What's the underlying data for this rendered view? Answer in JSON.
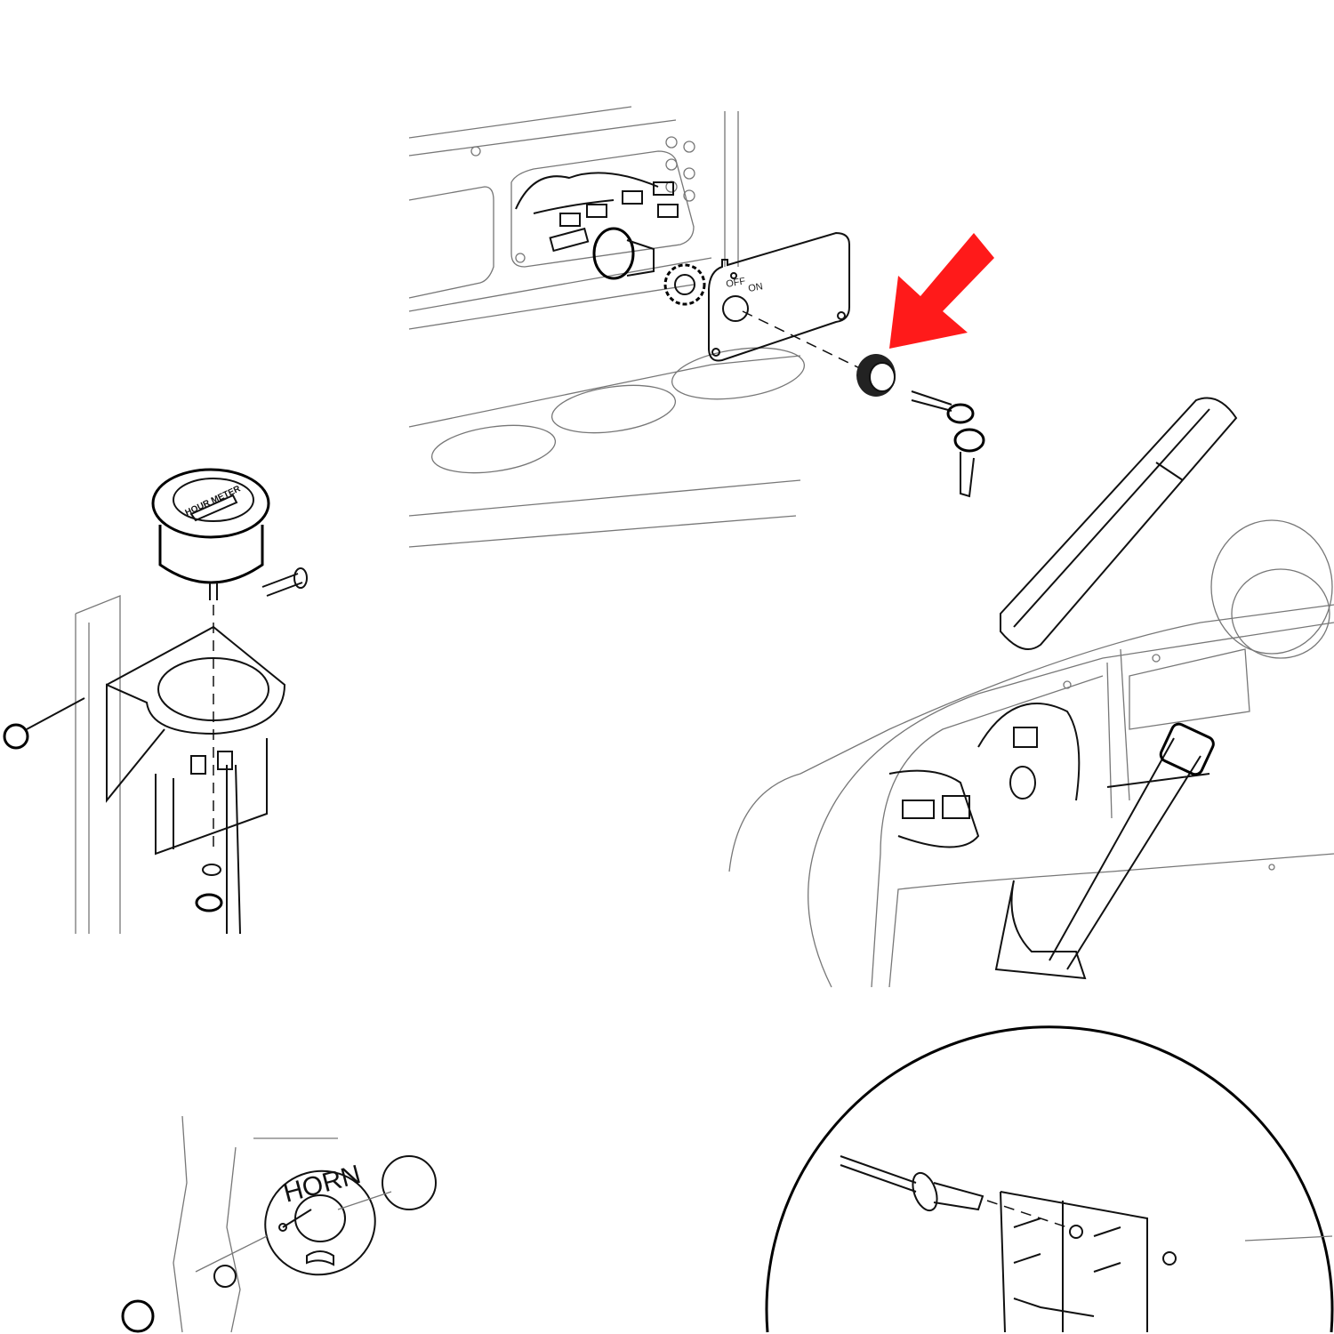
{
  "ignition_switch_plate": {
    "off_label": "OFF",
    "on_label": "ON"
  },
  "hour_meter": {
    "label": "HOUR METER"
  },
  "horn_button": {
    "label": "HORN"
  },
  "colors": {
    "highlight_arrow": "#ff1a1a",
    "line": "#111111",
    "background": "#ffffff"
  }
}
